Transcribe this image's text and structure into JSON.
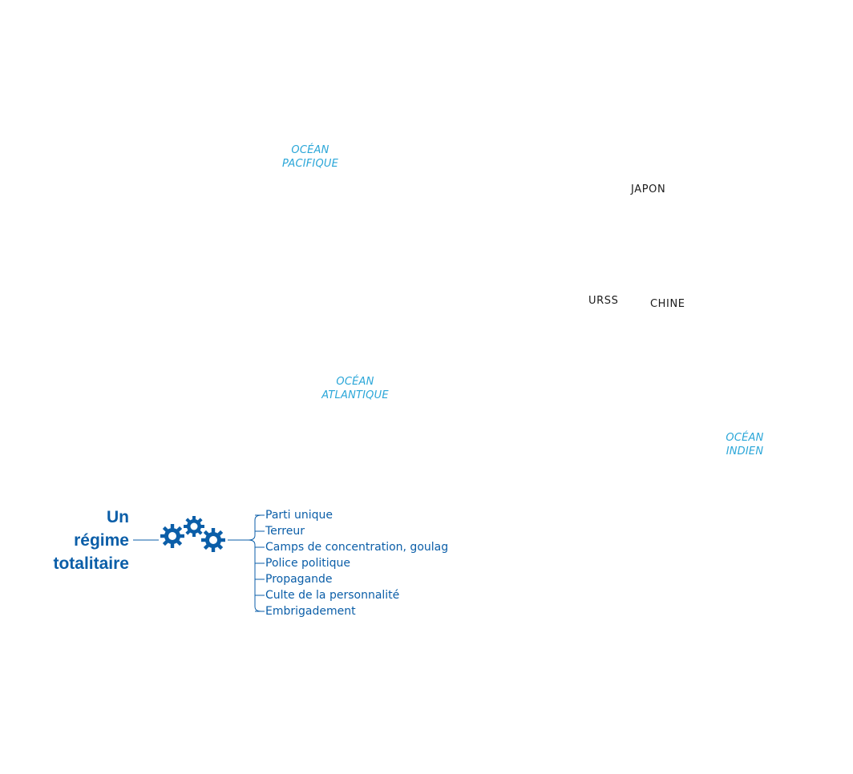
{
  "oceans": {
    "pacific": [
      "OCÉAN",
      "PACIFIQUE"
    ],
    "atlantic": [
      "OCÉAN",
      "ATLANTIQUE"
    ],
    "indian": [
      "OCÉAN",
      "INDIEN"
    ]
  },
  "countries": {
    "japon": "JAPON",
    "urss": "URSS",
    "chine": "CHINE"
  },
  "legend": {
    "title_lines": [
      "Un",
      "régime",
      "totalitaire"
    ],
    "icon": "gears-icon",
    "items": [
      "Parti unique",
      "Terreur",
      "Camps de concentration, goulag",
      "Police politique",
      "Propagande",
      "Culte de la personnalité",
      "Embrigadement"
    ]
  },
  "colors": {
    "ocean_label": "#2aa6d8",
    "country_label": "#1c1c1c",
    "legend_accent": "#0b5ea8"
  }
}
